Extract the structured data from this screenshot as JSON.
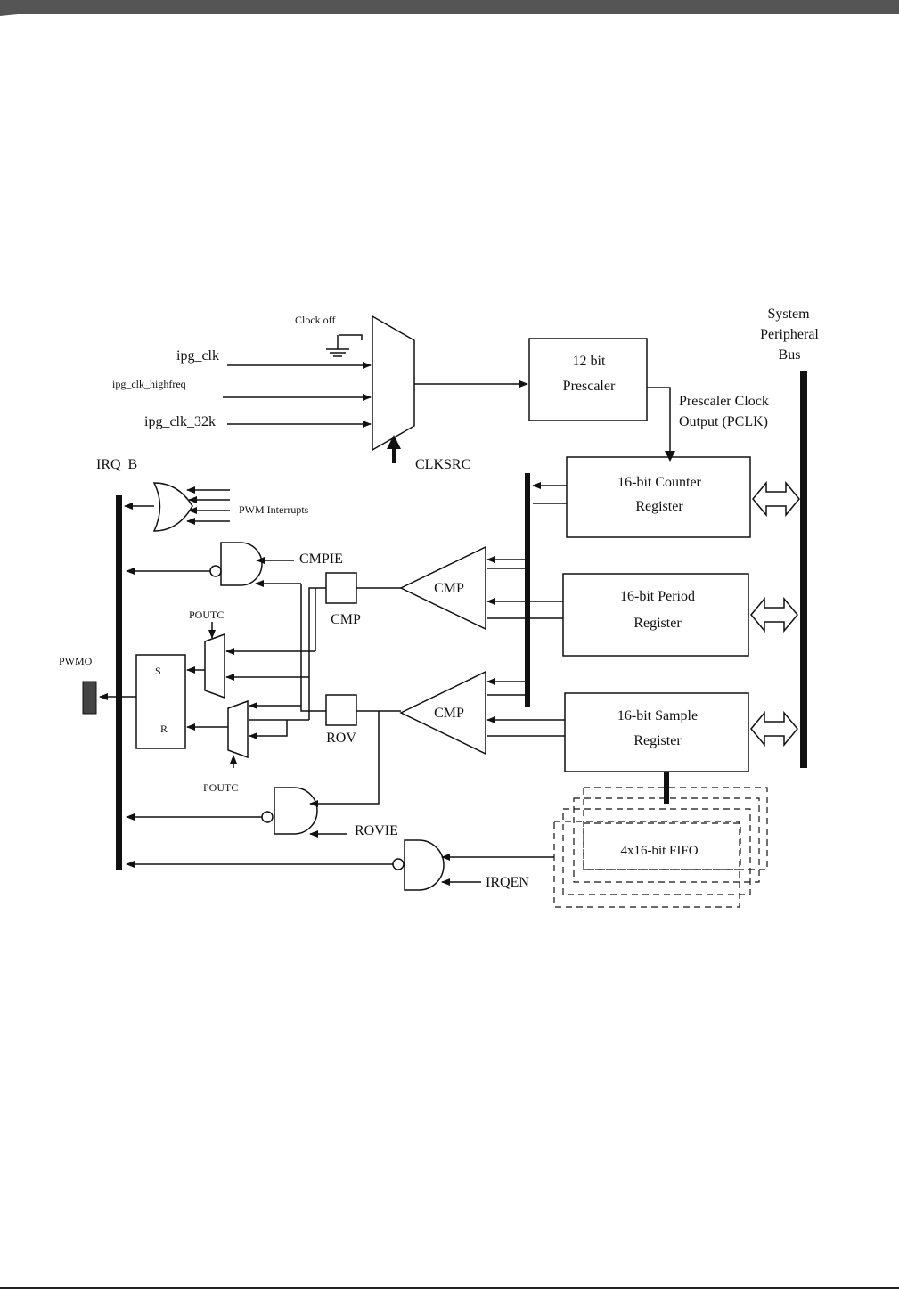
{
  "colors": {
    "header_bar": "#555555",
    "line": "#111111",
    "background": "#ffffff"
  },
  "inputs": {
    "clock_off": "Clock off",
    "ipg_clk": "ipg_clk",
    "ipg_clk_highfreq": "ipg_clk_highfreq",
    "ipg_clk_32k": "ipg_clk_32k",
    "clksrc": "CLKSRC"
  },
  "bus": {
    "label_line1": "System",
    "label_line2": "Peripheral",
    "label_line3": "Bus"
  },
  "prescaler": {
    "line1": "12 bit",
    "line2": "Prescaler",
    "output_line1": "Prescaler Clock",
    "output_line2": "Output (PCLK)"
  },
  "registers": {
    "counter": {
      "line1": "16-bit Counter",
      "line2": "Register"
    },
    "period": {
      "line1": "16-bit Period",
      "line2": "Register"
    },
    "sample": {
      "line1": "16-bit Sample",
      "line2": "Register"
    }
  },
  "fifo": {
    "label": "4x16-bit FIFO"
  },
  "comparators": {
    "cmp1": "CMP",
    "cmp2": "CMP"
  },
  "flags": {
    "cmp": "CMP",
    "rov": "ROV"
  },
  "gates": {
    "pwm_interrupts": "PWM Interrupts",
    "cmpie": "CMPIE",
    "rovie": "ROVIE",
    "irqen": "IRQEN"
  },
  "outputs": {
    "irq_b": "IRQ_B",
    "pwmo": "PWMO",
    "poutc_top": "POUTC",
    "poutc_bottom": "POUTC",
    "sr_s": "S",
    "sr_r": "R"
  }
}
